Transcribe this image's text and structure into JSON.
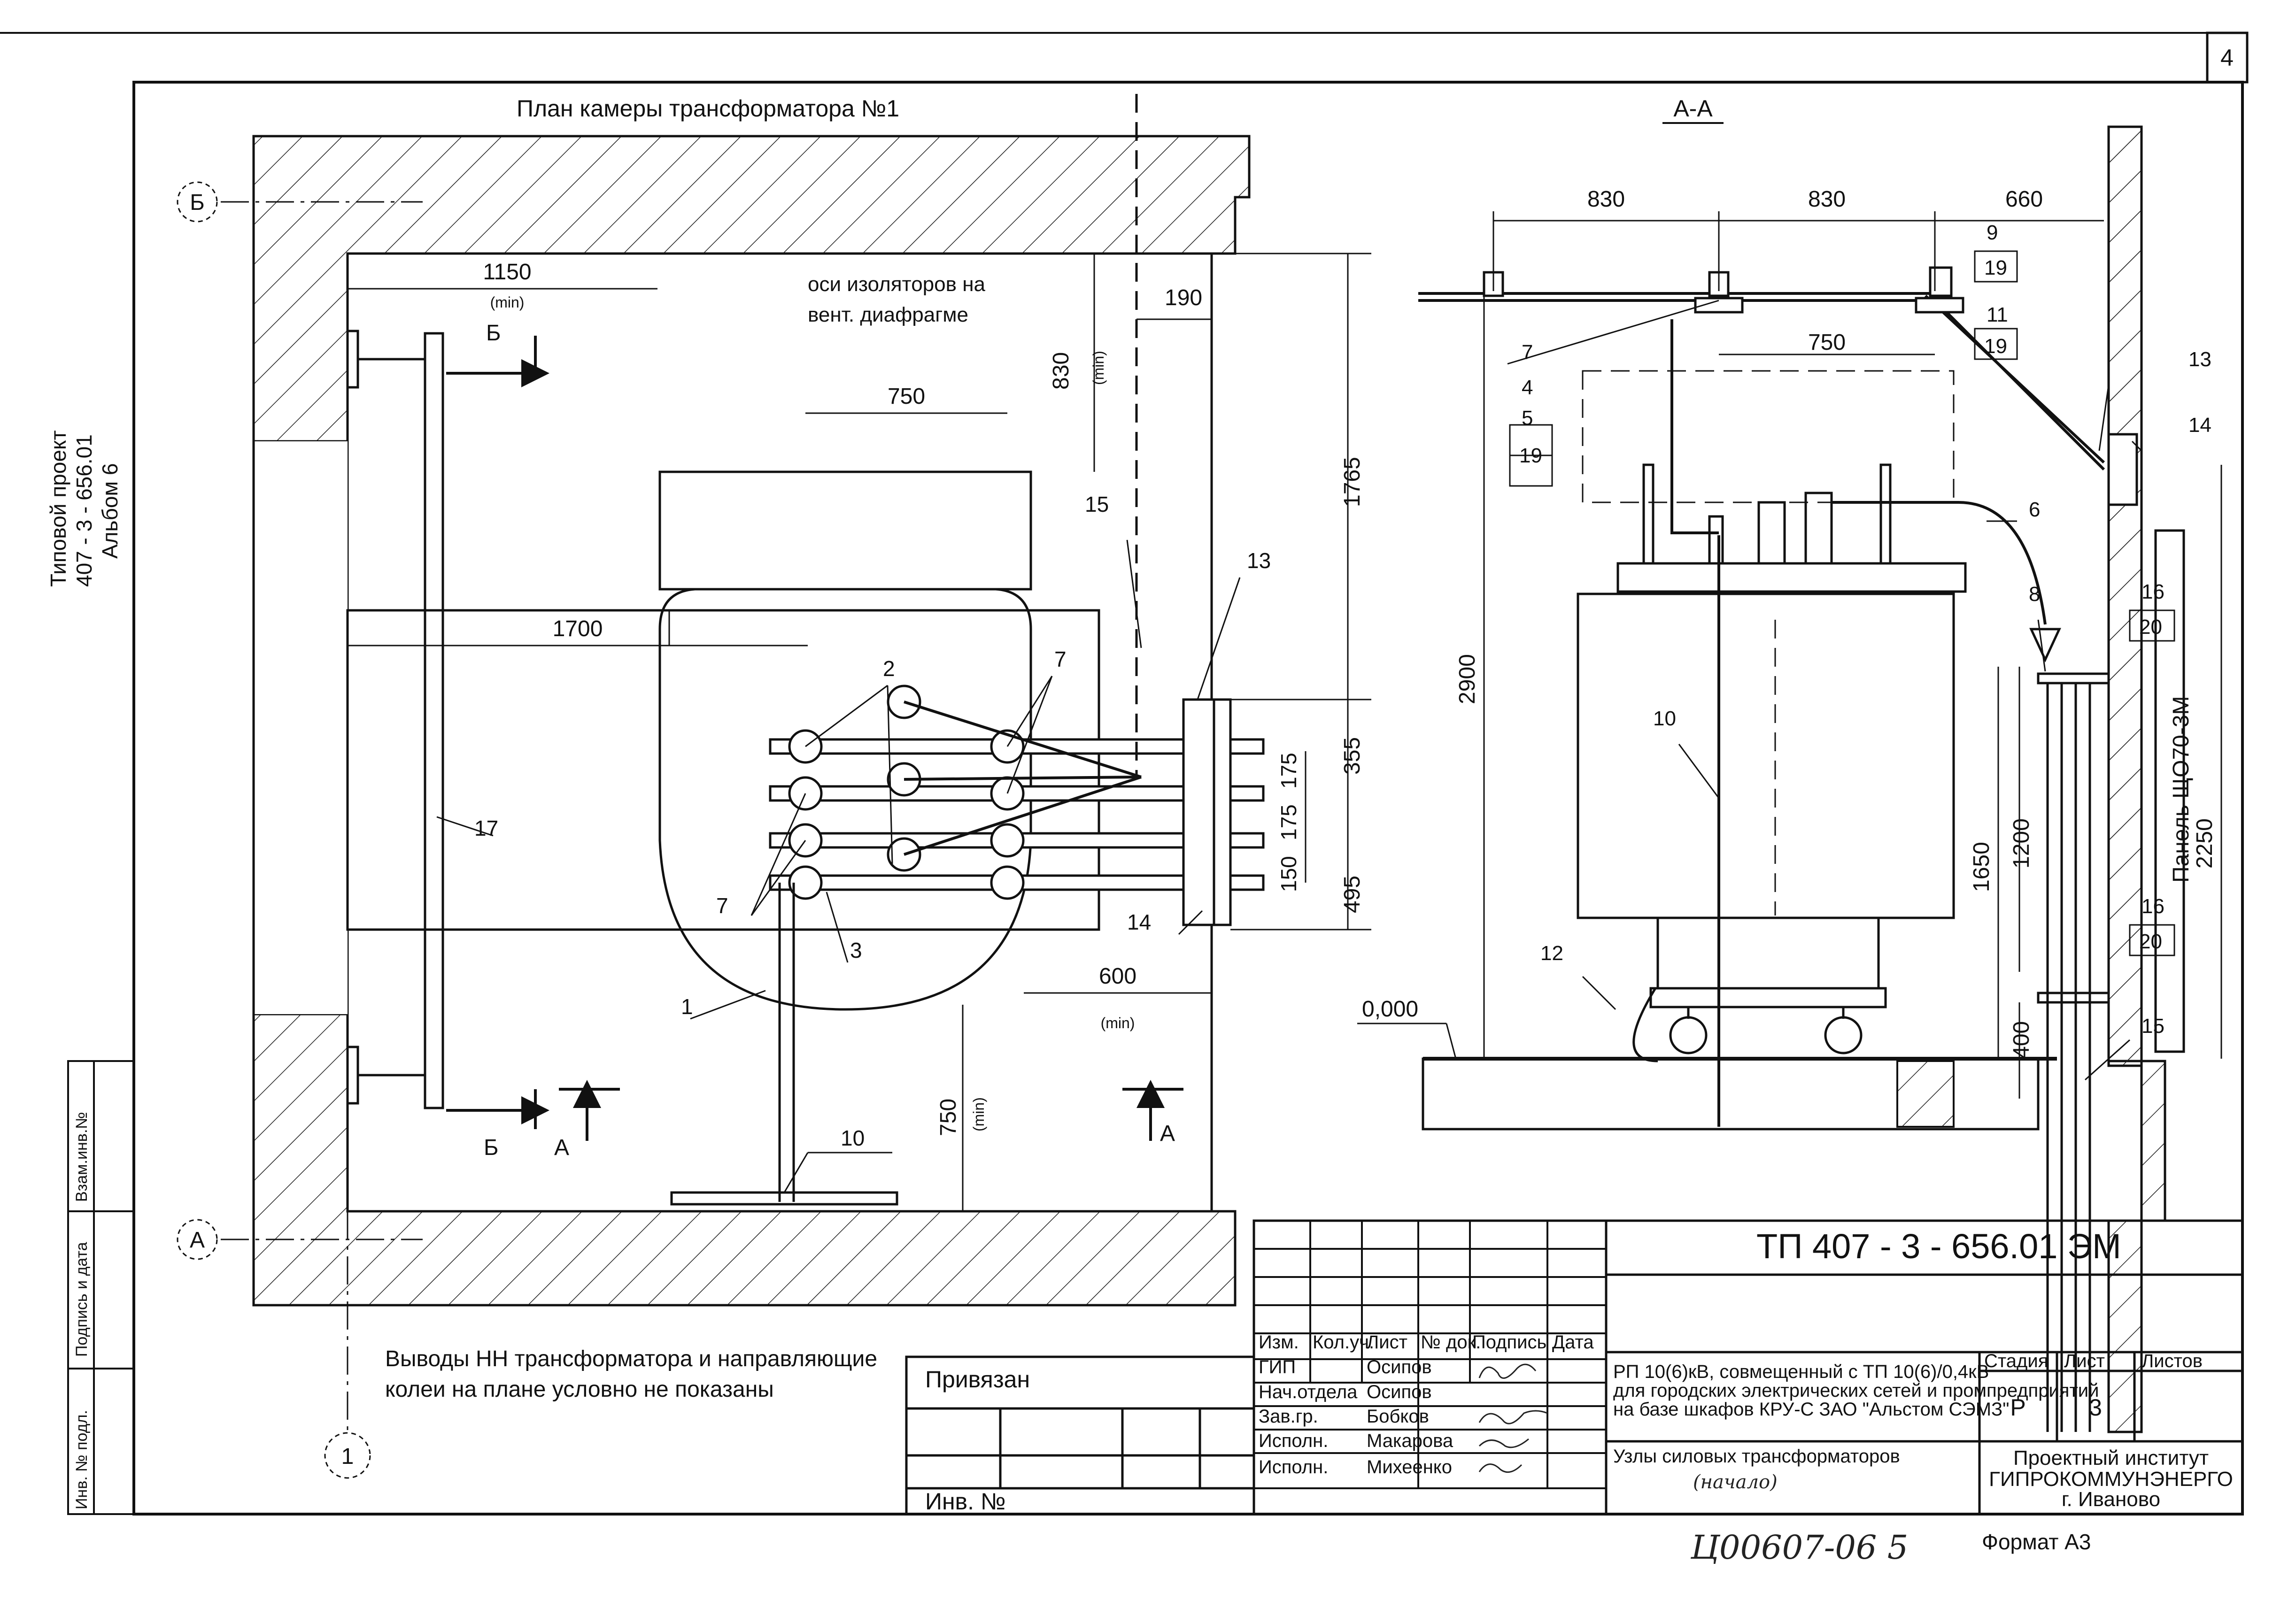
{
  "sheet_number": "4",
  "side_labels": {
    "project_line1": "Типовой проект",
    "project_line2": "407 - 3 - 656.01",
    "project_line3": "Альбом 6",
    "vzam": "Взам.инв.№",
    "podpis": "Подпись и дата",
    "inv_podl": "Инв. № подл."
  },
  "plan": {
    "title": "План камеры трансформатора №1",
    "axis_b": "Б",
    "axis_a": "А",
    "axis_1": "1",
    "dim_1150": "1150",
    "dim_1700": "1700",
    "dim_750": "750",
    "dim_830": "830",
    "dim_190": "190",
    "dim_1765": "1765",
    "dim_355": "355",
    "dim_495": "495",
    "dim_175a": "175",
    "dim_175b": "175",
    "dim_150": "150",
    "dim_600": "600",
    "dim_750b": "750",
    "min": "(min)",
    "insulator_note_1": "оси изоляторов на",
    "insulator_note_2": "вент. диафрагме",
    "cut_b": "Б",
    "cut_a": "А",
    "callouts": [
      "1",
      "2",
      "3",
      "7",
      "7",
      "10",
      "13",
      "14",
      "15",
      "17"
    ]
  },
  "section": {
    "title": "А-А",
    "dim_830a": "830",
    "dim_830b": "830",
    "dim_660": "660",
    "dim_750": "750",
    "dim_2900": "2900",
    "dim_1650": "1650",
    "dim_1200": "1200",
    "dim_400": "400",
    "dim_2250": "2250",
    "level": "0,000",
    "panel": "Панель ЩО70-3М",
    "callouts": [
      "9",
      "19",
      "11",
      "19",
      "7",
      "4",
      "5",
      "19",
      "13",
      "14",
      "6",
      "8",
      "16",
      "20",
      "10",
      "12",
      "16",
      "20",
      "15"
    ]
  },
  "note": {
    "line1": "Выводы НН трансформатора и направляющие",
    "line2": "колеи на плане условно не показаны"
  },
  "title_block": {
    "privyazan": "Привязан",
    "inv_no": "Инв. №",
    "code": "ТП  407 - 3 - 656.01     ЭМ",
    "headers": [
      "Изм.",
      "Кол.уч.",
      "Лист",
      "№ док.",
      "Подпись",
      "Дата"
    ],
    "roles": [
      "ГИП",
      "Нач.отдела",
      "Зав.гр.",
      "Исполн.",
      "Исполн."
    ],
    "names": [
      "Осипов",
      "Осипов",
      "Бобков",
      "Макарова",
      "Михеенко"
    ],
    "desc_1": "РП 10(6)кВ, совмещенный с ТП 10(6)/0,4кВ",
    "desc_2": "для городских электрических сетей и промпредприятий",
    "desc_3": "на базе шкафов КРУ-С ЗАО \"Альстом СЭМЗ\"",
    "sheet_title_1": "Узлы силовых трансформаторов",
    "sheet_title_2": "(начало)",
    "stage_label": "Стадия",
    "list_label": "Лист",
    "lists_label": "Листов",
    "stage": "Р",
    "list": "3",
    "org_1": "Проектный институт",
    "org_2": "ГИПРОКОММУНЭНЕРГО",
    "org_3": "г. Иваново",
    "format": "Формат А3",
    "handwritten_no": "Ц00607-06  5"
  }
}
